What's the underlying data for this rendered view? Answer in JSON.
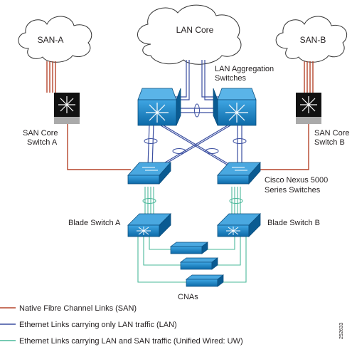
{
  "clouds": {
    "san_a": "SAN-A",
    "lan_core": "LAN Core",
    "san_b": "SAN-B"
  },
  "labels": {
    "lan_aggregation_line1": "LAN Aggregation",
    "lan_aggregation_line2": "Switches",
    "san_core_a_line1": "SAN Core",
    "san_core_a_line2": "Switch A",
    "san_core_b_line1": "SAN Core",
    "san_core_b_line2": "Switch B",
    "nexus_line1": "Cisco Nexus 5000",
    "nexus_line2": "Series Switches",
    "blade_a": "Blade Switch A",
    "blade_b": "Blade Switch B",
    "cnas": "CNAs"
  },
  "legend": [
    {
      "label": "Native Fibre Channel Links (SAN)",
      "color": "#b5452b"
    },
    {
      "label": "Ethernet Links carrying only LAN traffic (LAN)",
      "color": "#3a4ea0"
    },
    {
      "label": "Ethernet Links carrying LAN and SAN traffic (Unified Wired: UW)",
      "color": "#4ab89a"
    }
  ],
  "figure_id": "252633",
  "colors": {
    "switch_blue": "#1b8ad0",
    "switch_dark": "#0f5f96",
    "cloud_stroke": "#333333"
  }
}
